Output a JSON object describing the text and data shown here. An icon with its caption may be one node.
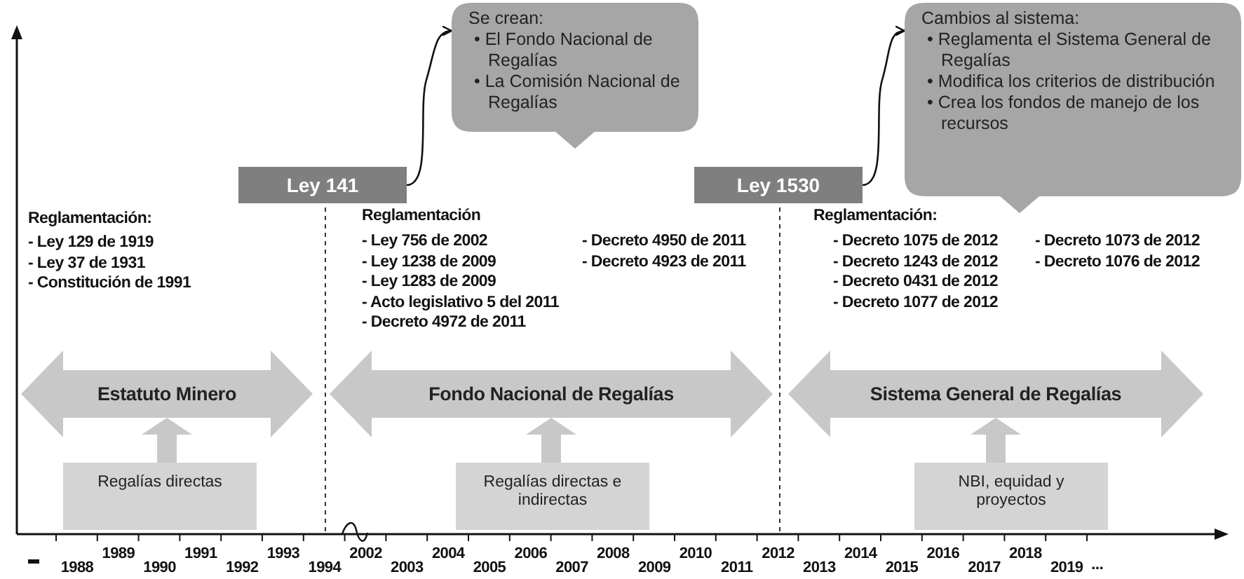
{
  "diagram": {
    "nodes": [
      {
        "text": [
          "Se crean:",
          "• El Fondo Nacional de Regalías",
          "• La Comisión Nacional de Regalías"
        ]
      },
      {
        "text": [
          "Cambios al sistema:",
          "• Reglamenta el Sistema General de Regalías",
          "• Modifica los criterios de distribución",
          "• Crea los fondos de manejo de los recursos"
        ]
      },
      {
        "text": [
          "Ley 141"
        ]
      },
      {
        "text": [
          "Ley 1530"
        ]
      },
      {
        "text": [
          "Estatuto Minero"
        ]
      },
      {
        "text": [
          "Fondo Nacional de Regalías"
        ]
      },
      {
        "text": [
          "Sistema General de Regalías"
        ]
      },
      {
        "text": [
          "Regalías directas"
        ]
      },
      {
        "text": [
          "Regalías directas e indirectas"
        ]
      },
      {
        "text": [
          "NBI, equidad y proyectos"
        ]
      }
    ],
    "edges": [
      {
        "from": 2,
        "to": 0,
        "arrow": "to",
        "color": "#111111"
      },
      {
        "from": 3,
        "to": 1,
        "arrow": "to",
        "color": "#111111"
      },
      {
        "from": 7,
        "to": 4,
        "arrow": "to"
      },
      {
        "from": 8,
        "to": 5,
        "arrow": "to"
      },
      {
        "from": 9,
        "to": 6,
        "arrow": "to"
      }
    ],
    "labels": [
      "Reglamentación:",
      "- Ley 129 de 1919",
      "- Ley 37 de 1931",
      "- Constitución de 1991",
      "Reglamentación",
      "- Ley 756 de 2002",
      "- Ley 1238 de 2009",
      "- Ley 1283 de 2009",
      "- Acto legislativo 5 del 2011",
      "- Decreto 4972 de 2011",
      "- Decreto 4950 de 2011",
      "- Decreto 4923 de 2011",
      "Reglamentación:",
      "- Decreto 1075 de 2012",
      "- Decreto 1243 de 2012",
      "- Decreto 0431 de 2012",
      "- Decreto 1077 de 2012",
      "- Decreto 1073 de 2012",
      "- Decreto 1076 de 2012",
      "1988",
      "1989",
      "1990",
      "1991",
      "1992",
      "1993",
      "1994",
      "2002",
      "2003",
      "2004",
      "2005",
      "2006",
      "2007",
      "2008",
      "2009",
      "2010",
      "2011",
      "2012",
      "2013",
      "2014",
      "2015",
      "2016",
      "2017",
      "2018",
      "2019",
      "..."
    ]
  }
}
